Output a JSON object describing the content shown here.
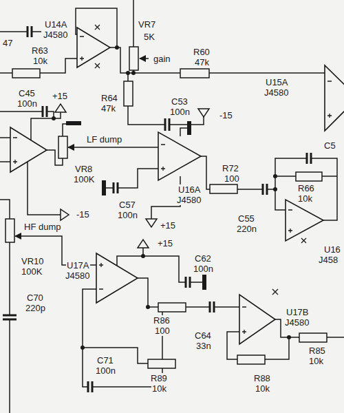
{
  "diagram": {
    "labels": [
      "U14A",
      "J4580",
      "47",
      "R63",
      "10k",
      "VR7",
      "5K",
      "gain",
      "R60",
      "47k",
      "U15A",
      "J4580",
      "C45",
      "100n",
      "+15",
      "R64",
      "47k",
      "C53",
      "100n",
      "-15",
      "LF dump",
      "VR8",
      "100K",
      "R72",
      "100",
      "R66",
      "10k",
      "C5",
      "U16A",
      "J4580",
      "C57",
      "100n",
      "+15",
      "-15",
      "C55",
      "220n",
      "U16",
      "J458",
      "HF dump",
      "VR10",
      "100K",
      "+15",
      "U17A",
      "J4580",
      "C62",
      "100n",
      "C70",
      "220p",
      "R86",
      "100",
      "C64",
      "33n",
      "U17B",
      "J4580",
      "C71",
      "100n",
      "R89",
      "10k",
      "R88",
      "10k",
      "R85",
      "10k"
    ]
  }
}
